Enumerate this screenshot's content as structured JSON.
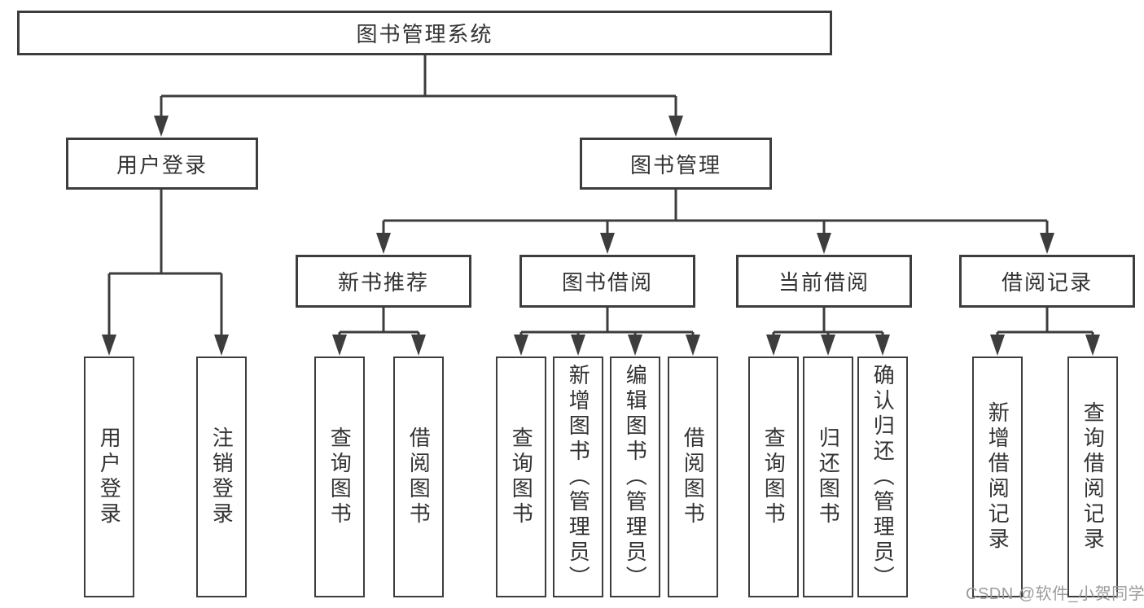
{
  "colors": {
    "line": "#3d3d3d",
    "text": "#333333",
    "bg": "#ffffff",
    "wm": "#9c9c9c"
  },
  "watermark": {
    "text": "CSDN @软件_小贺同学"
  },
  "tree": {
    "label": "图书管理系统",
    "children": [
      {
        "label": "用户登录",
        "children": [
          {
            "label": "用户登录"
          },
          {
            "label": "注销登录"
          }
        ]
      },
      {
        "label": "图书管理",
        "children": [
          {
            "label": "新书推荐",
            "children": [
              {
                "label": "查询图书"
              },
              {
                "label": "借阅图书"
              }
            ]
          },
          {
            "label": "图书借阅",
            "children": [
              {
                "label": "查询图书"
              },
              {
                "label": "新增图书（管理员）"
              },
              {
                "label": "编辑图书（管理员）"
              },
              {
                "label": "借阅图书"
              }
            ]
          },
          {
            "label": "当前借阅",
            "children": [
              {
                "label": "查询图书"
              },
              {
                "label": "归还图书"
              },
              {
                "label": "确认归还（管理员）"
              }
            ]
          },
          {
            "label": "借阅记录",
            "children": [
              {
                "label": "新增借阅记录"
              },
              {
                "label": "查询借阅记录"
              }
            ]
          }
        ]
      }
    ]
  }
}
